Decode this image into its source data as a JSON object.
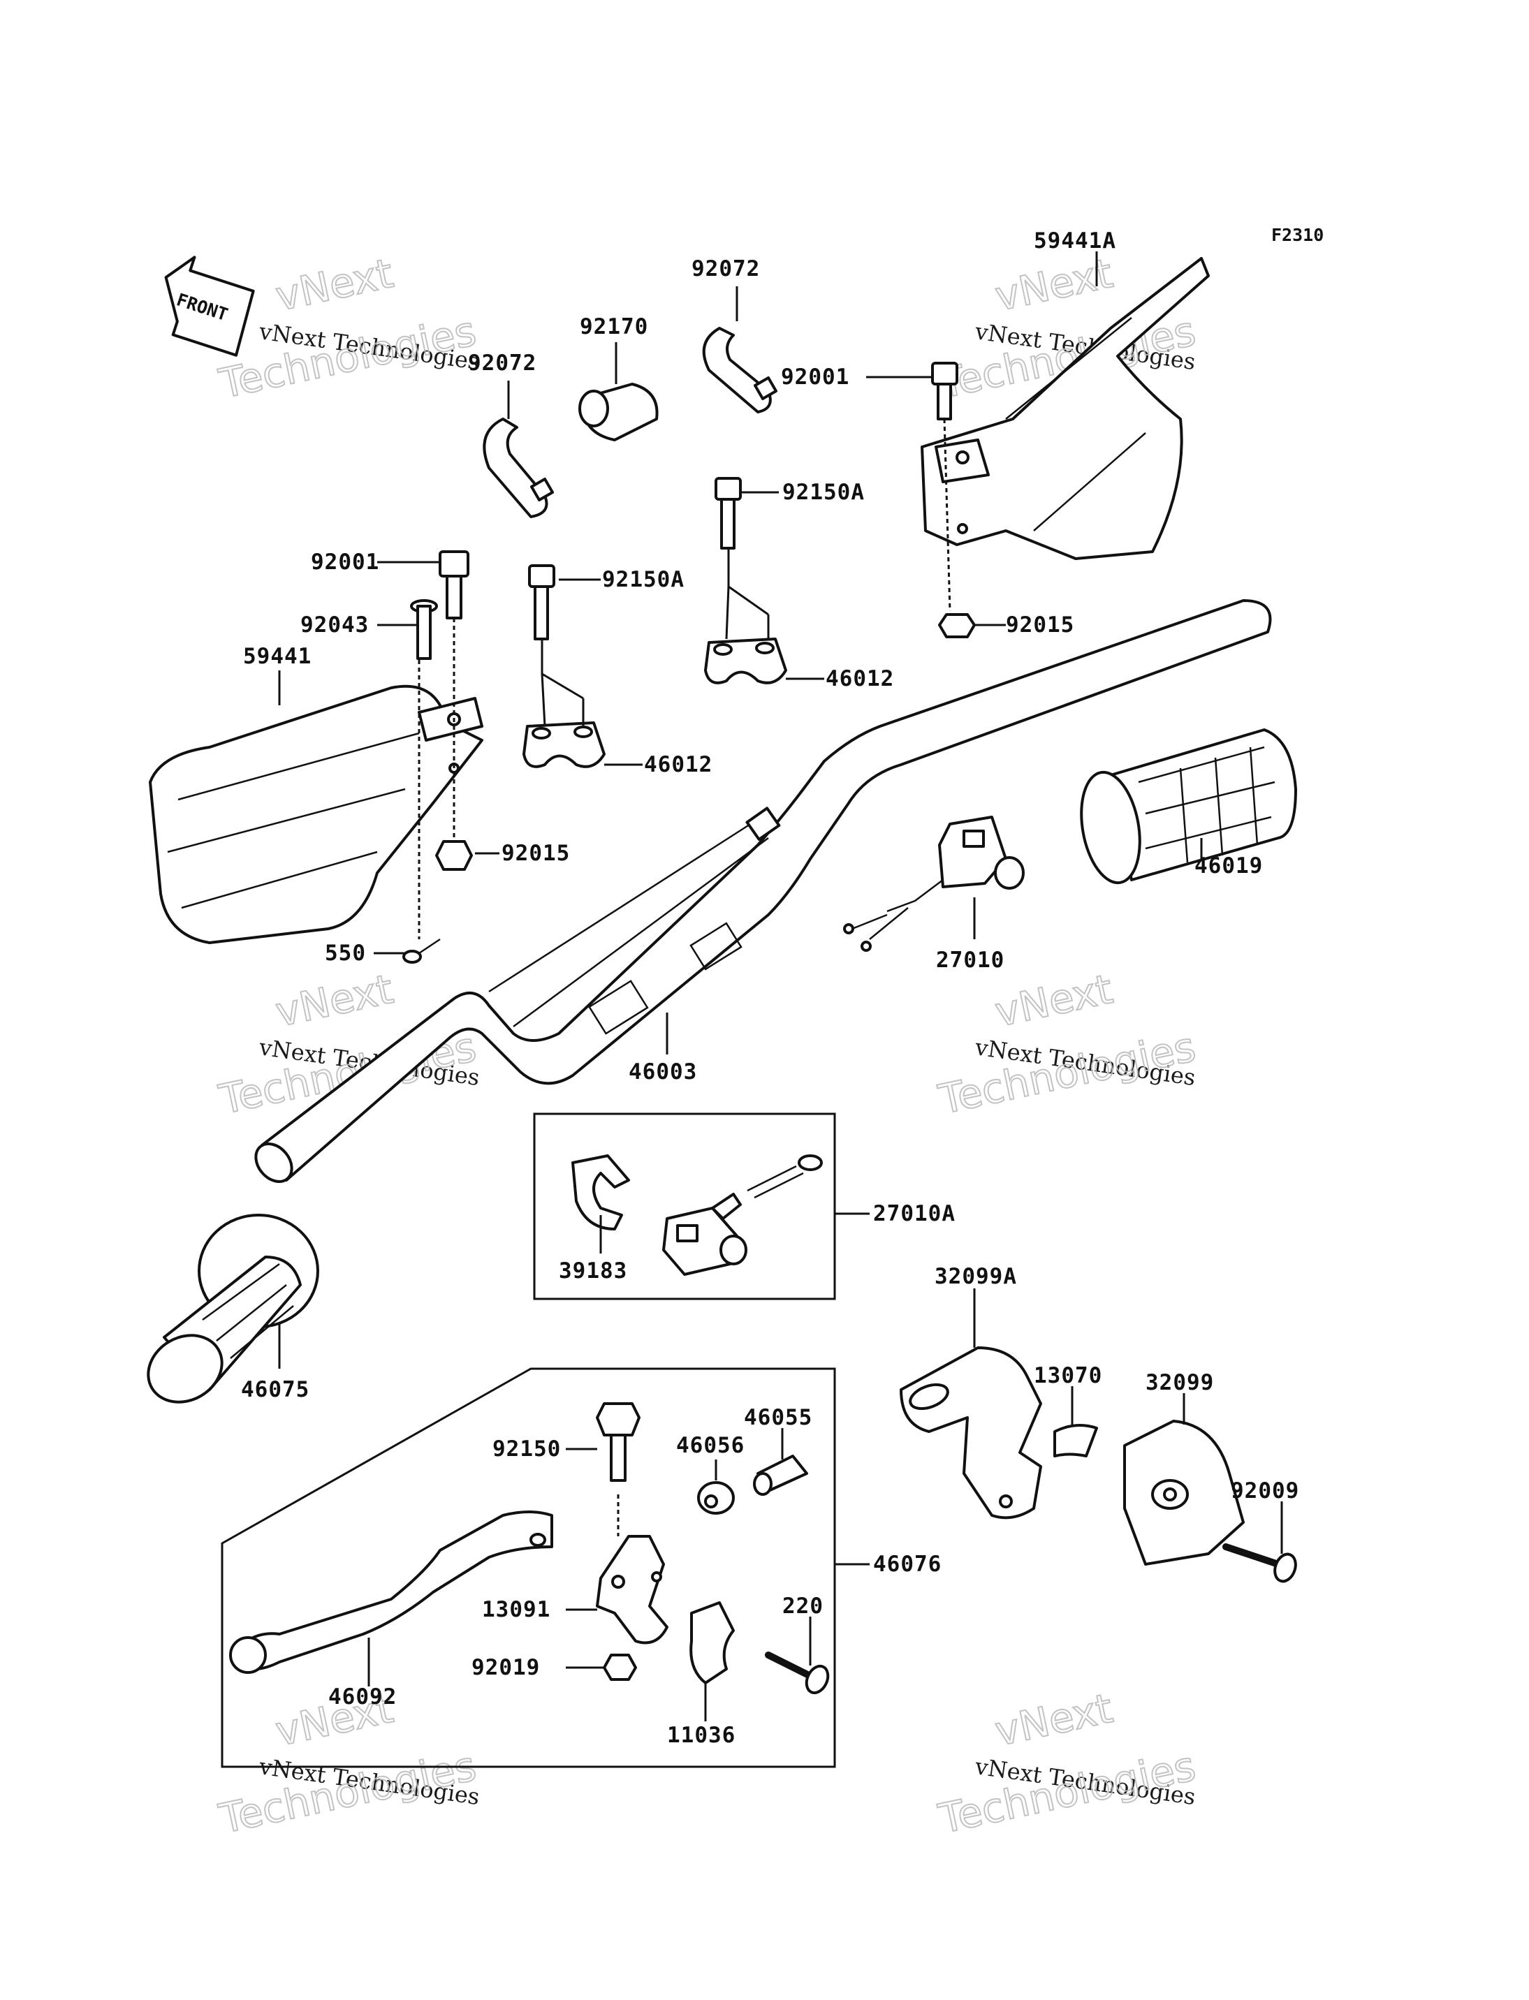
{
  "figure_code": "F2310",
  "front_badge": "FRONT",
  "watermark": {
    "line1": "vNext",
    "line2": "vNext Technologies",
    "line3": "Technologies"
  },
  "parts": [
    {
      "id": "p1",
      "label": "59441A"
    },
    {
      "id": "p2",
      "label": "92072"
    },
    {
      "id": "p3",
      "label": "92170"
    },
    {
      "id": "p4",
      "label": "92072"
    },
    {
      "id": "p5",
      "label": "92001"
    },
    {
      "id": "p6",
      "label": "92150A"
    },
    {
      "id": "p7",
      "label": "92001"
    },
    {
      "id": "p8",
      "label": "92150A"
    },
    {
      "id": "p9",
      "label": "92043"
    },
    {
      "id": "p10",
      "label": "59441"
    },
    {
      "id": "p11",
      "label": "92015"
    },
    {
      "id": "p12",
      "label": "46012"
    },
    {
      "id": "p13",
      "label": "46012"
    },
    {
      "id": "p14",
      "label": "92015"
    },
    {
      "id": "p15",
      "label": "46019"
    },
    {
      "id": "p16",
      "label": "550"
    },
    {
      "id": "p17",
      "label": "27010"
    },
    {
      "id": "p18",
      "label": "46003"
    },
    {
      "id": "p19",
      "label": "27010A"
    },
    {
      "id": "p20",
      "label": "39183"
    },
    {
      "id": "p21",
      "label": "32099A"
    },
    {
      "id": "p22",
      "label": "46075"
    },
    {
      "id": "p23",
      "label": "13070"
    },
    {
      "id": "p24",
      "label": "32099"
    },
    {
      "id": "p25",
      "label": "46055"
    },
    {
      "id": "p26",
      "label": "46056"
    },
    {
      "id": "p27",
      "label": "92150"
    },
    {
      "id": "p28",
      "label": "92009"
    },
    {
      "id": "p29",
      "label": "46076"
    },
    {
      "id": "p30",
      "label": "13091"
    },
    {
      "id": "p31",
      "label": "220"
    },
    {
      "id": "p32",
      "label": "92019"
    },
    {
      "id": "p33",
      "label": "46092"
    },
    {
      "id": "p34",
      "label": "11036"
    }
  ]
}
